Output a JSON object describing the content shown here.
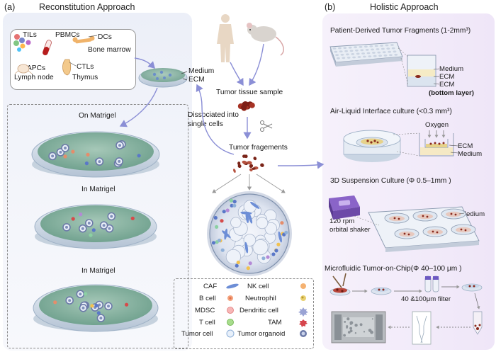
{
  "panel_a": {
    "tag": "(a)",
    "title": "Reconstitution Approach",
    "sources": {
      "tils": "TILs",
      "pbmcs": "PBMCs",
      "dcs": "DCs",
      "bone_marrow": "Bone marrow",
      "apcs": "APCs",
      "lymph_node": "Lymph node",
      "ctls": "CTLs",
      "thymus": "Thymus"
    },
    "dish_medium": "Medium",
    "dish_ecm": "ECM",
    "cultures": [
      "On Matrigel",
      "In Matrigel",
      "In Matrigel"
    ]
  },
  "center": {
    "tumor_sample": "Tumor tissue sample",
    "dissociated": "Dissociated into",
    "single_cells": "single cells",
    "fragments": "Tumor fragements"
  },
  "legend": {
    "left": [
      "CAF",
      "B cell",
      "MDSC",
      "T cell",
      "Tumor cell"
    ],
    "right": [
      "NK cell",
      "Neutrophil",
      "Dendritic cell",
      "TAM",
      "Tumor organoid"
    ]
  },
  "panel_b": {
    "tag": "(b)",
    "title": "Holistic Approach",
    "pdtf": {
      "title": "Patient-Derived Tumor Fragments (1-2mm³)",
      "medium": "Medium",
      "ecm1": "ECM",
      "ecm2": "ECM",
      "bottom": "(bottom layer)"
    },
    "ali": {
      "title": "Air-Liquid Interface culture (<0.3 mm³)",
      "oxygen": "Oxygen",
      "ecm": "ECM",
      "medium": "Medium"
    },
    "suspension": {
      "title": "3D Suspension Culture (Φ 0.5–1mm )",
      "rpm": "120 rpm",
      "shaker": "orbital shaker",
      "medium": "Medium"
    },
    "chip": {
      "title": "Microfluidic Tumor-on-Chip(Φ 40–100 μm )",
      "filter": "40 &100μm filter"
    }
  },
  "colors": {
    "arrow": "#8b8fd6",
    "dish_gel": "#7fae9d",
    "fragment": "#8a2a1e",
    "panel_left": "#eceff8",
    "panel_right": "#efe6f8"
  }
}
